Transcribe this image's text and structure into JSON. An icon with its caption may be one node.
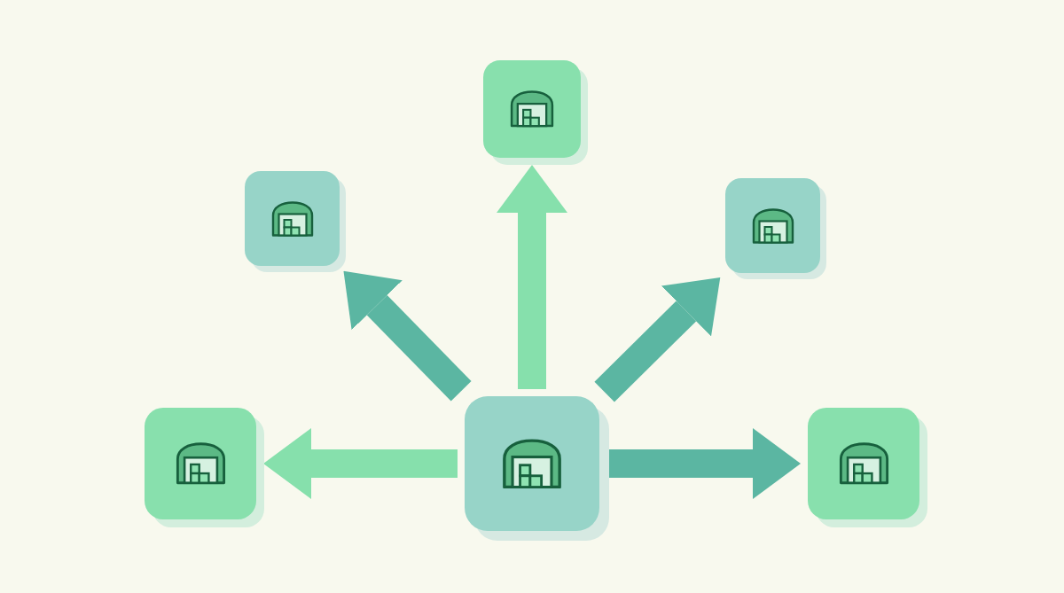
{
  "diagram": {
    "nodes": [
      {
        "text": [],
        "shape": "box"
      },
      {
        "text": [],
        "shape": "box"
      },
      {
        "text": [],
        "shape": "box"
      },
      {
        "text": [],
        "shape": "box"
      },
      {
        "text": [],
        "shape": "box"
      },
      {
        "text": [],
        "shape": "box"
      }
    ],
    "edges": [
      {
        "from": 4,
        "to": 3,
        "arrow": "to",
        "color": "#86e0ac"
      },
      {
        "from": 4,
        "to": 1,
        "arrow": "to"
      },
      {
        "from": 4,
        "to": 0,
        "arrow": "to",
        "color": "#86e0ac"
      },
      {
        "from": 4,
        "to": 2,
        "arrow": "to"
      },
      {
        "from": 4,
        "to": 5,
        "arrow": "to"
      }
    ]
  }
}
